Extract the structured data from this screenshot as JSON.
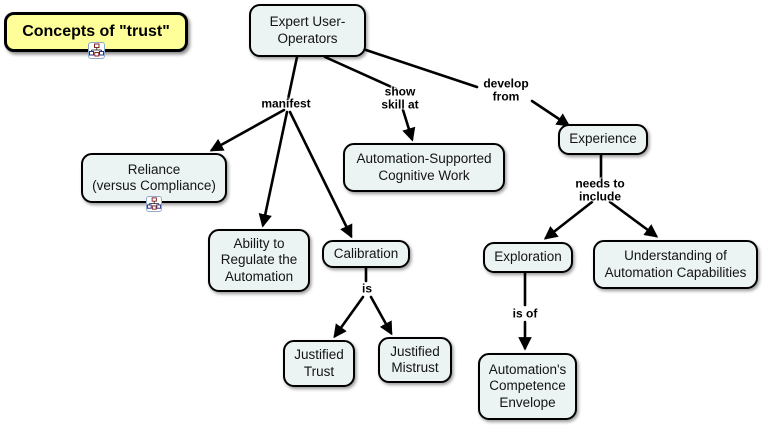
{
  "title": {
    "label": "Concepts of \"trust\""
  },
  "nodes": {
    "expert": {
      "label": "Expert User-\nOperators"
    },
    "reliance": {
      "label": "Reliance\n(versus Compliance)"
    },
    "ability": {
      "label": "Ability to\nRegulate the\nAutomation"
    },
    "calibration": {
      "label": "Calibration"
    },
    "autowork": {
      "label": "Automation-Supported\nCognitive Work"
    },
    "experience": {
      "label": "Experience"
    },
    "exploration": {
      "label": "Exploration"
    },
    "understanding": {
      "label": "Understanding of\nAutomation Capabilities"
    },
    "justified_trust": {
      "label": "Justified\nTrust"
    },
    "justified_mistrust": {
      "label": "Justified\nMistrust"
    },
    "envelope": {
      "label": "Automation's\nCompetence\nEnvelope"
    }
  },
  "links": {
    "manifest": {
      "label": "manifest"
    },
    "show_skill": {
      "label": "show\nskill at"
    },
    "develop_from": {
      "label": "develop\nfrom"
    },
    "needs_include": {
      "label": "needs to\ninclude"
    },
    "is": {
      "label": "is"
    },
    "is_of": {
      "label": "is of"
    }
  },
  "relations": [
    {
      "from": "Expert User-Operators",
      "label": "manifest",
      "to": "Reliance (versus Compliance)"
    },
    {
      "from": "Expert User-Operators",
      "label": "manifest",
      "to": "Ability to Regulate the Automation"
    },
    {
      "from": "Expert User-Operators",
      "label": "manifest",
      "to": "Calibration"
    },
    {
      "from": "Expert User-Operators",
      "label": "show skill at",
      "to": "Automation-Supported Cognitive Work"
    },
    {
      "from": "Expert User-Operators",
      "label": "develop from",
      "to": "Experience"
    },
    {
      "from": "Experience",
      "label": "needs to include",
      "to": "Exploration"
    },
    {
      "from": "Experience",
      "label": "needs to include",
      "to": "Understanding of Automation Capabilities"
    },
    {
      "from": "Calibration",
      "label": "is",
      "to": "Justified Trust"
    },
    {
      "from": "Calibration",
      "label": "is",
      "to": "Justified Mistrust"
    },
    {
      "from": "Exploration",
      "label": "is of",
      "to": "Automation's Competence Envelope"
    }
  ],
  "colors": {
    "node_fill": "#ecf3f3",
    "node_border": "#000000",
    "title_fill": "#ffff99",
    "background": "#ffffff",
    "line": "#000000"
  },
  "icons": {
    "submap": "submap-icon"
  }
}
